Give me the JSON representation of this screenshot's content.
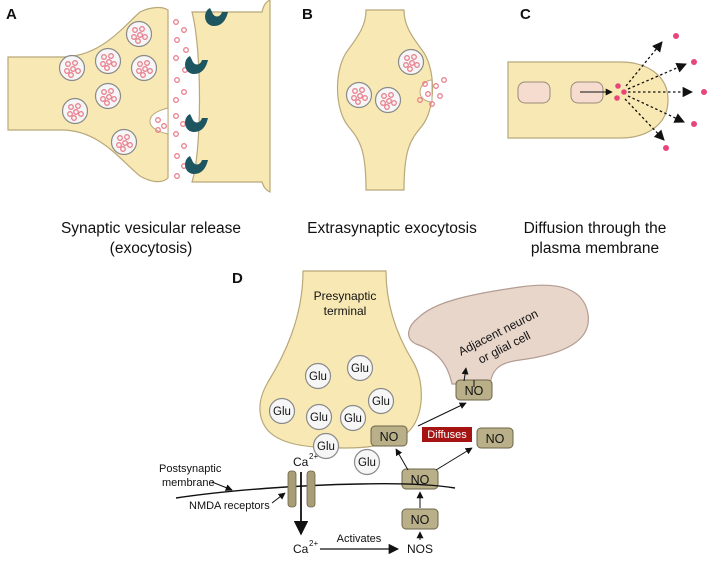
{
  "panels": {
    "A": {
      "letter": "A",
      "caption_line1": "Synaptic vesicular release",
      "caption_line2": "(exocytosis)"
    },
    "B": {
      "letter": "B",
      "caption_line1": "Extrasynaptic exocytosis"
    },
    "C": {
      "letter": "C",
      "caption_line1": "Diffusion through the",
      "caption_line2": "plasma membrane"
    },
    "D": {
      "letter": "D",
      "presynaptic_line1": "Presynaptic",
      "presynaptic_line2": "terminal",
      "adjacent_line1": "Adjacent neuron",
      "adjacent_line2": "or glial cell",
      "glu_label": "Glu",
      "no_label": "NO",
      "diffuses_label": "Diffuses",
      "postsynaptic_line1": "Postsynaptic",
      "postsynaptic_line2": "membrane",
      "nmda_label": "NMDA receptors",
      "calcium_label": "Ca",
      "calcium_charge": "2+",
      "activates_label": "Activates",
      "nos_label": "NOS"
    }
  },
  "colors": {
    "cell_fill": "#f8e9b4",
    "cell_stroke": "#b8a87a",
    "vesicle_fill": "#f6f6f6",
    "vesicle_dot": "#e9808f",
    "receptor": "#1d5560",
    "no_box": "#b9b08a",
    "diffuses_box": "#a51313",
    "adjacent_fill": "#e8d6cb",
    "nmda_fill": "#a99d78",
    "pink_dot": "#e8467a"
  }
}
